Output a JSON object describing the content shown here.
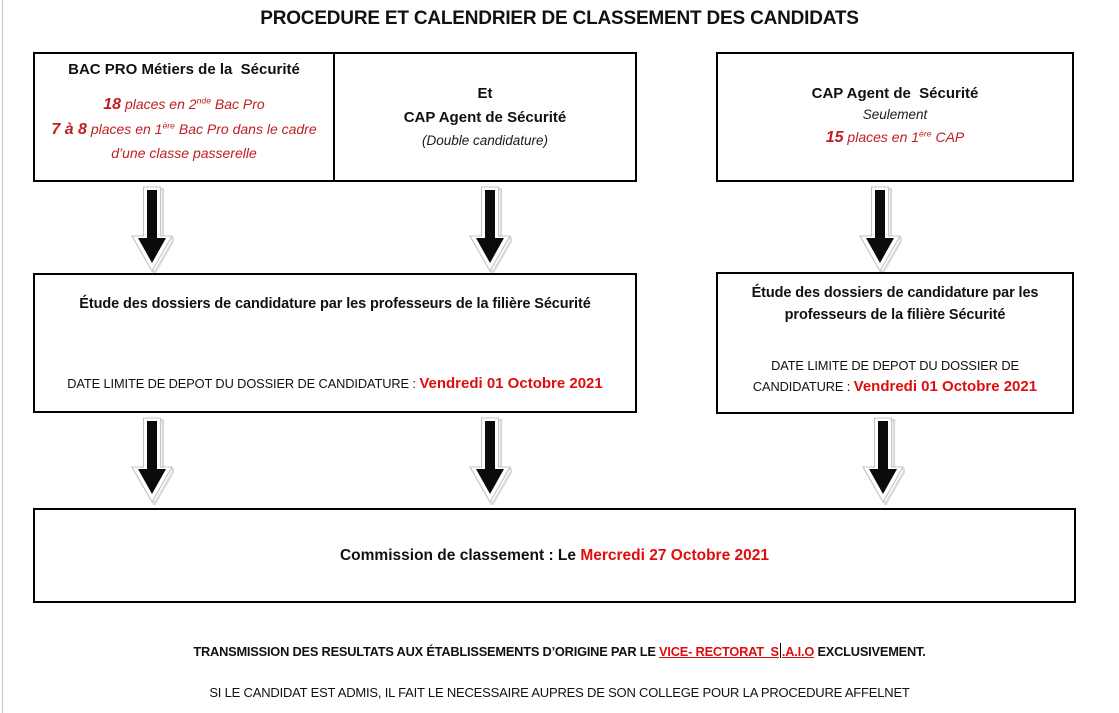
{
  "title": "PROCEDURE ET CALENDRIER DE CLASSEMENT DES CANDIDATS",
  "colors": {
    "ink": "#111111",
    "border": "#000000",
    "red_accent": "#c01e23",
    "red_date": "#df0d0e"
  },
  "boxes": {
    "bac_pro": {
      "title": "BAC PRO Métiers de la  Sécurité",
      "line1": {
        "strong": "18",
        "pre": " places en 2",
        "sup": "nde",
        "post": " Bac Pro"
      },
      "line2": {
        "strong": "7 à 8",
        "pre": " places en 1",
        "sup": "ère",
        "post": " Bac Pro dans le cadre"
      },
      "line3": "d’une classe passerelle"
    },
    "double_candidature": {
      "line1": "Et",
      "line2": "CAP Agent de Sécurité",
      "line3": "(Double candidature)"
    },
    "cap_only": {
      "title": "CAP Agent de  Sécurité",
      "subtitle": "Seulement",
      "places": {
        "strong": "15",
        "pre": " places en 1",
        "sup": "ère",
        "post": " CAP"
      }
    },
    "study_left": {
      "heading": "Étude des dossiers de candidature par les professeurs de la filière Sécurité",
      "deadline_label": "DATE LIMITE DE DEPOT DU DOSSIER DE CANDIDATURE : ",
      "deadline_date": "Vendredi 01 Octobre 2021"
    },
    "study_right": {
      "heading": "Étude des dossiers de candidature par les professeurs de la filière Sécurité",
      "deadline_label": "DATE LIMITE DE DEPOT DU DOSSIER DE CANDIDATURE : ",
      "deadline_date": "Vendredi 01 Octobre 2021"
    },
    "commission": {
      "label": "Commission de classement : Le ",
      "date": "Mercredi 27 Octobre 2021"
    }
  },
  "footer": {
    "line1_pre": "TRANSMISSION DES RESULTATS AUX ÉTABLISSEMENTS D’ORIGINE PAR LE ",
    "line1_highlight_before_caret": "VICE- RECTORAT  S",
    "line1_highlight_after_caret": ".A.I.O",
    "line1_post": " EXCLUSIVEMENT.",
    "line2": "SI LE CANDIDAT EST ADMIS, IL FAIT LE NECESSAIRE AUPRES DE SON COLLEGE POUR LA PROCEDURE AFFELNET"
  }
}
